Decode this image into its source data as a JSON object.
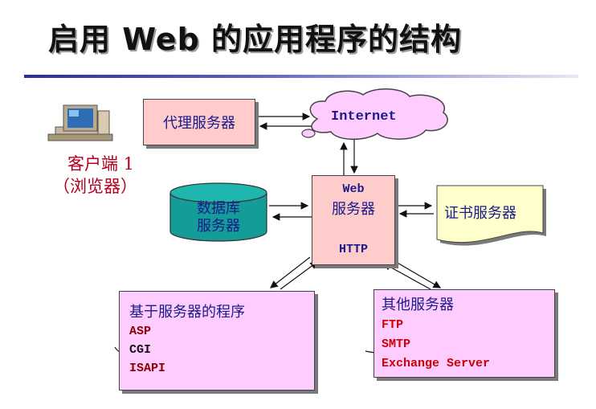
{
  "title": "启用 Web 的应用程序的结构",
  "client": {
    "line1": "客户端 1",
    "line2": "（浏览器）"
  },
  "proxy": {
    "label": "代理服务器"
  },
  "internet": {
    "label": "Internet"
  },
  "database": {
    "line1": "数据库",
    "line2": "服务器"
  },
  "web_server": {
    "line1": "Web",
    "line2": "服务器",
    "line3": "HTTP"
  },
  "cert_server": {
    "label": "证书服务器"
  },
  "server_programs": {
    "heading": "基于服务器的程序",
    "items": [
      "ASP",
      "CGI",
      "ISAPI"
    ]
  },
  "other_servers": {
    "heading": "其他服务器",
    "items": [
      "FTP",
      "SMTP",
      "Exchange Server"
    ]
  },
  "colors": {
    "pink_box": "#ffcccc",
    "magenta_box": "#ffccff",
    "db_teal": "#139c98",
    "cert_yellow": "#ffffcc",
    "cloud": "#ffccff"
  }
}
